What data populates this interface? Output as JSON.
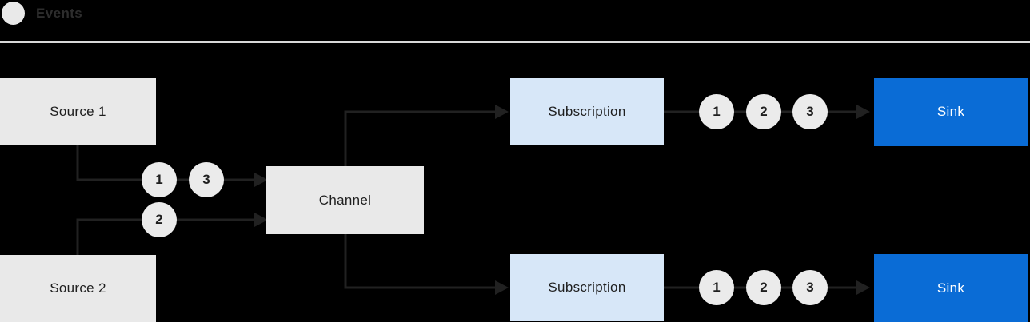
{
  "legend": {
    "label": "Events"
  },
  "nodes": {
    "source1": {
      "label": "Source 1"
    },
    "source2": {
      "label": "Source 2"
    },
    "channel": {
      "label": "Channel"
    },
    "subscription1": {
      "label": "Subscription"
    },
    "subscription2": {
      "label": "Subscription"
    },
    "sink1": {
      "label": "Sink"
    },
    "sink2": {
      "label": "Sink"
    }
  },
  "events": {
    "source1_to_channel": [
      "1",
      "3"
    ],
    "source2_to_channel": [
      "2"
    ],
    "subscription1_to_sink1": [
      "1",
      "2",
      "3"
    ],
    "subscription2_to_sink2": [
      "1",
      "2",
      "3"
    ]
  },
  "colors": {
    "background": "#000000",
    "node_gray": "#e9e9e9",
    "node_light_blue": "#d7e7f8",
    "node_blue": "#0a6cd6",
    "event_circle": "#ebebeb",
    "connector": "#212121",
    "divider": "#d8d8d8",
    "label_dark": "#1f1f1f",
    "label_light": "#ffffff"
  }
}
